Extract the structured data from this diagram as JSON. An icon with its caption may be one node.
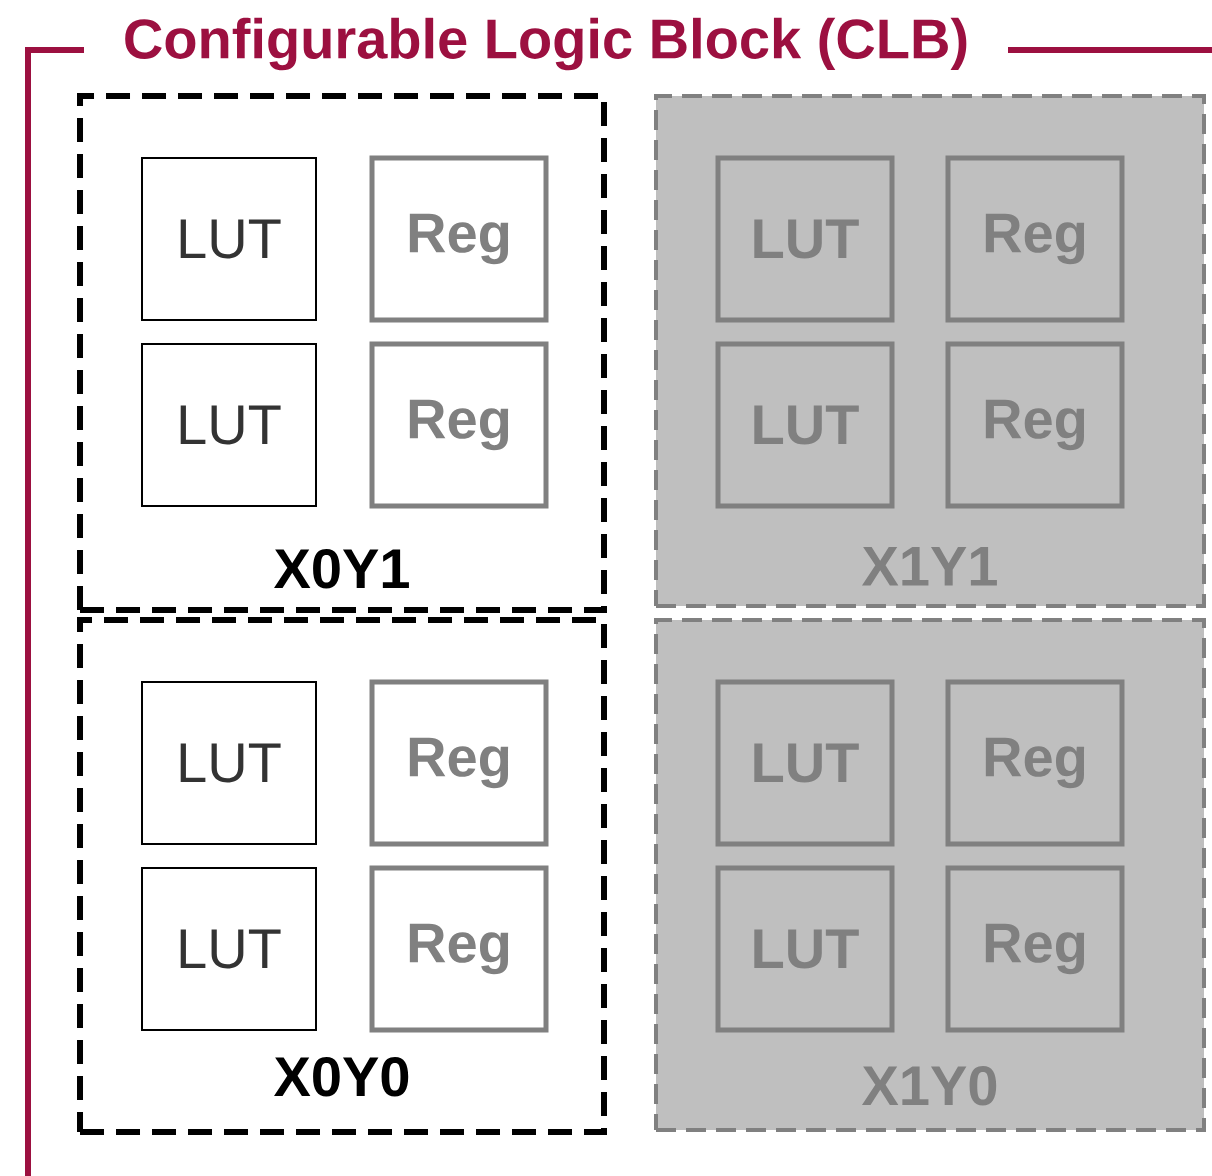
{
  "diagram": {
    "nodes": [
      {
        "text": [
          "Configurable Logic Block (CLB)"
        ]
      },
      {
        "text": [
          "X0Y1"
        ],
        "in": 0
      },
      {
        "text": [
          "LUT"
        ],
        "in": 1
      },
      {
        "text": [
          "Reg"
        ],
        "in": 1
      },
      {
        "text": [
          "LUT"
        ],
        "in": 1
      },
      {
        "text": [
          "Reg"
        ],
        "in": 1
      },
      {
        "text": [
          "X1Y1"
        ],
        "in": 0
      },
      {
        "text": [
          "LUT"
        ],
        "in": 6
      },
      {
        "text": [
          "Reg"
        ],
        "in": 6
      },
      {
        "text": [
          "LUT"
        ],
        "in": 6
      },
      {
        "text": [
          "Reg"
        ],
        "in": 6
      },
      {
        "text": [
          "X0Y0"
        ],
        "in": 0
      },
      {
        "text": [
          "LUT"
        ],
        "in": 11
      },
      {
        "text": [
          "Reg"
        ],
        "in": 11
      },
      {
        "text": [
          "LUT"
        ],
        "in": 11
      },
      {
        "text": [
          "Reg"
        ],
        "in": 11
      },
      {
        "text": [
          "X1Y0"
        ],
        "in": 0
      },
      {
        "text": [
          "LUT"
        ],
        "in": 16
      },
      {
        "text": [
          "Reg"
        ],
        "in": 16
      },
      {
        "text": [
          "LUT"
        ],
        "in": 16
      },
      {
        "text": [
          "Reg"
        ],
        "in": 16
      }
    ]
  }
}
